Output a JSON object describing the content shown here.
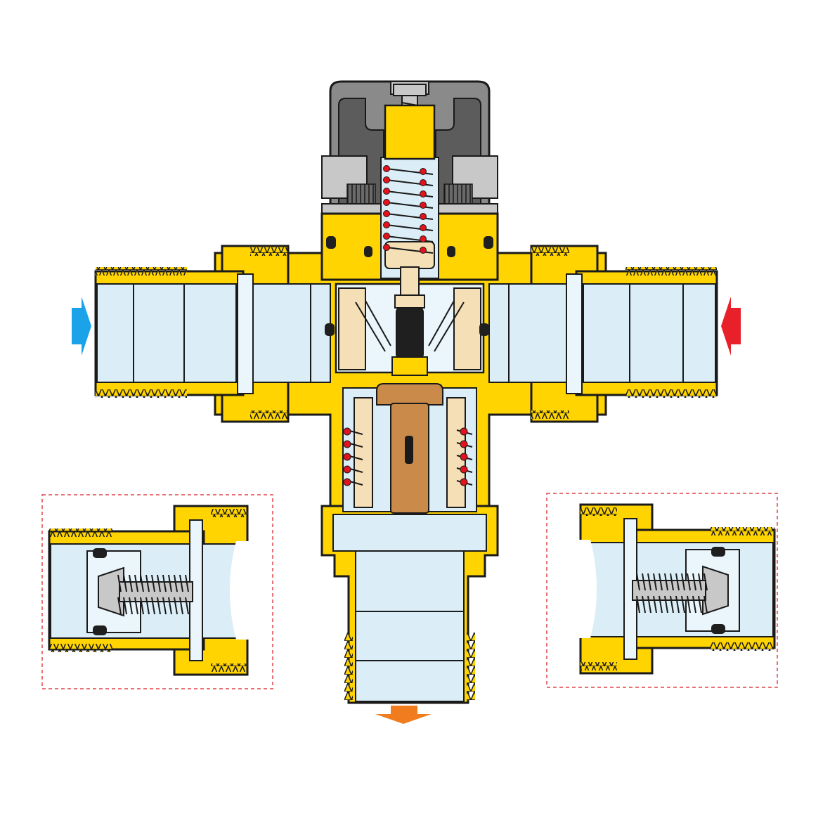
{
  "diagram": {
    "type": "thermostatic-mixing-valve-cutaway",
    "colors": {
      "brass": "#ffd400",
      "brass_dark": "#e0a800",
      "water": "#dbeef7",
      "water_light": "#eaf6fb",
      "outline": "#1a1a1a",
      "cap_gray": "#8a8a8a",
      "cap_gray_dark": "#5c5c5c",
      "cap_gray_light": "#c8c8c8",
      "insert_beige": "#f5dfb7",
      "wax_element": "#c98a4a",
      "spring_dot": "#e3121b",
      "cold_arrow": "#1aa3e8",
      "hot_arrow": "#e8202a",
      "mixed_arrow": "#f07c1e",
      "detail_frame": "#e0454a"
    },
    "flows": [
      {
        "id": "cold-inlet",
        "direction": "right",
        "color_key": "cold_arrow"
      },
      {
        "id": "hot-inlet",
        "direction": "left",
        "color_key": "hot_arrow"
      },
      {
        "id": "mixed-outlet",
        "direction": "down",
        "color_key": "mixed_arrow"
      }
    ],
    "details": [
      {
        "id": "check-valve-detail-left",
        "side": "left"
      },
      {
        "id": "check-valve-detail-right",
        "side": "right"
      }
    ]
  }
}
